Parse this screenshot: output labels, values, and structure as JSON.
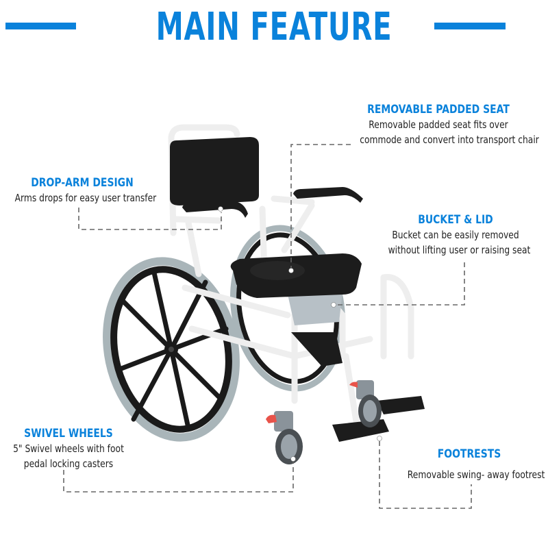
{
  "header": {
    "title": "MAIN FEATURE",
    "accent_color": "#0a82db"
  },
  "product": {
    "type": "shower commode wheelchair",
    "frame_color": "#f2f2f2",
    "upholstery_color": "#1c1c1c",
    "tire_color": "#a8b4b8"
  },
  "callouts": [
    {
      "id": "removable-padded-seat",
      "heading": "REMOVABLE PADDED SEAT",
      "lines": [
        "Removable padded seat fits over",
        "commode and convert into transport chair"
      ]
    },
    {
      "id": "drop-arm-design",
      "heading": "DROP-ARM DESIGN",
      "lines": [
        "Arms drops for easy user transfer"
      ]
    },
    {
      "id": "bucket-and-lid",
      "heading": "BUCKET & LID",
      "lines": [
        "Bucket can be easily removed",
        "without lifting user or raising seat"
      ]
    },
    {
      "id": "swivel-wheels",
      "heading": "SWIVEL WHEELS",
      "lines": [
        "5\" Swivel wheels with foot",
        "pedal locking casters"
      ]
    },
    {
      "id": "footrests",
      "heading": "FOOTRESTS",
      "lines": [
        "Removable swing- away footrest"
      ]
    }
  ]
}
